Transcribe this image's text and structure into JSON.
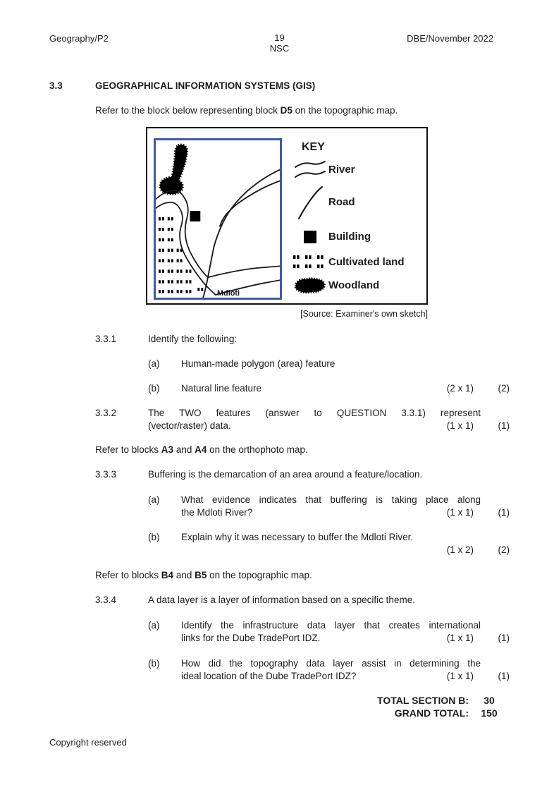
{
  "header": {
    "left": "Geography/P2",
    "page_number": "19",
    "exam_body": "NSC",
    "right": "DBE/November 2022"
  },
  "section": {
    "number": "3.3",
    "title": "GEOGRAPHICAL INFORMATION SYSTEMS (GIS)",
    "intro": {
      "t1": "Refer to the block below representing block ",
      "b1": "D5",
      "t2": " on the topographic map."
    }
  },
  "figure": {
    "map_label": "Mdloti",
    "key": {
      "title": "KEY",
      "items": [
        {
          "icon": "river-symbol",
          "label": "River"
        },
        {
          "icon": "road-symbol",
          "label": "Road"
        },
        {
          "icon": "building-symbol",
          "label": "Building"
        },
        {
          "icon": "cultivated-land-symbol",
          "label": "Cultivated land"
        },
        {
          "icon": "woodland-symbol",
          "label": "Woodland"
        }
      ]
    },
    "source": "[Source: Examiner's own sketch]"
  },
  "questions": {
    "q331": {
      "number": "3.3.1",
      "text": "Identify the following:",
      "a": {
        "label": "(a)",
        "text": "Human-made polygon (area) feature"
      },
      "b": {
        "label": "(b)",
        "text": "Natural line feature",
        "marks": "(2 x 1)",
        "total": "(2)"
      }
    },
    "q332": {
      "number": "3.3.2",
      "line1": "The TWO features (answer to QUESTION 3.3.1) represent",
      "line2": "(vector/raster) data.",
      "marks": "(1 x 1)",
      "total": "(1)"
    },
    "refer_a": {
      "t1": "Refer to blocks ",
      "b1": "A3",
      "t2": " and ",
      "b2": "A4",
      "t3": " on the orthophoto map."
    },
    "q333": {
      "number": "3.3.3",
      "text": "Buffering is the demarcation of an area around a feature/location.",
      "a": {
        "label": "(a)",
        "line1": "What evidence indicates that buffering is taking place along",
        "line2": "the Mdloti River?",
        "marks": "(1 x 1)",
        "total": "(1)"
      },
      "b": {
        "label": "(b)",
        "line1": "Explain why it was necessary to buffer the Mdloti River.",
        "marks": "(1 x 2)",
        "total": "(2)"
      }
    },
    "refer_b": {
      "t1": "Refer to blocks ",
      "b1": "B4",
      "t2": " and ",
      "b2": "B5",
      "t3": " on the topographic map."
    },
    "q334": {
      "number": "3.3.4",
      "text": "A data layer is a layer of information based on a specific theme.",
      "a": {
        "label": "(a)",
        "line1": "Identify the infrastructure data layer that creates international",
        "line2": "links for the Dube TradePort IDZ.",
        "marks": "(1 x 1)",
        "total": "(1)"
      },
      "b": {
        "label": "(b)",
        "line1": "How did the topography data layer assist in determining the",
        "line2": "ideal location of the Dube TradePort IDZ?",
        "marks": "(1 x 1)",
        "total": "(1)"
      }
    }
  },
  "totals": {
    "section_label": "TOTAL SECTION B:",
    "section_value": "30",
    "grand_label": "GRAND TOTAL:",
    "grand_value": "150"
  },
  "footer": {
    "copyright": "Copyright reserved"
  },
  "colors": {
    "map_border": "#3b5ba5",
    "ink": "#111111"
  }
}
